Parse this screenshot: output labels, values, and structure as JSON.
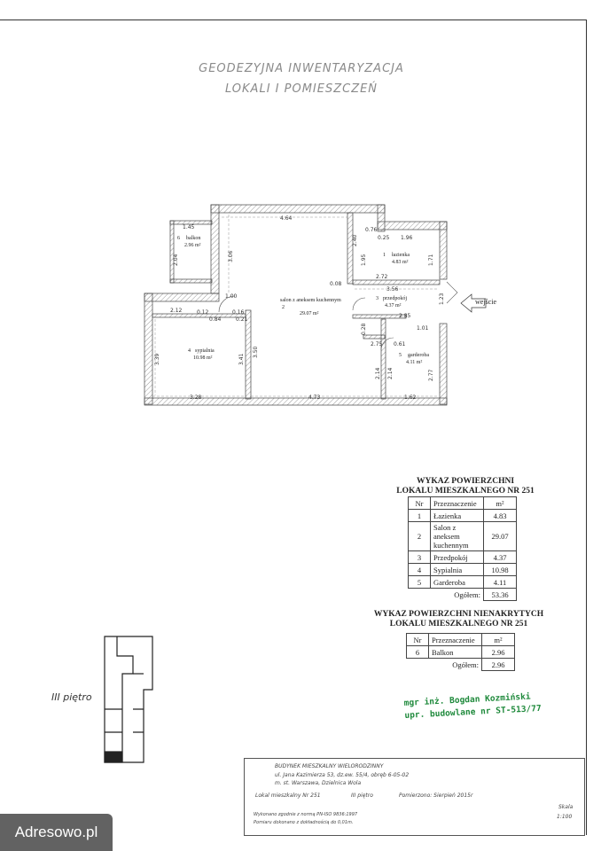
{
  "title": {
    "line1": "GEODEZYJNA INWENTARYZACJA",
    "line2": "LOKALI I POMIESZCZEŃ"
  },
  "plan": {
    "entrance": "wejście",
    "rooms": [
      {
        "no": "1",
        "name": "łazienka",
        "area": "4.83 m²"
      },
      {
        "no": "2",
        "name": "salon z aneksem kuchennym",
        "area": "29.07 m²"
      },
      {
        "no": "3",
        "name": "przedpokój",
        "area": "4.37 m²"
      },
      {
        "no": "4",
        "name": "sypialnia",
        "area": "10.98 m²"
      },
      {
        "no": "5",
        "name": "garderoba",
        "area": "4.11 m²"
      },
      {
        "no": "6",
        "name": "balkon",
        "area": "2.96 m²"
      }
    ],
    "dims": [
      "1.45",
      "2.04",
      "4.64",
      "3.06",
      "0.76",
      "1.96",
      "2.40",
      "1.95",
      "1.71",
      "0.25",
      "2.72",
      "0.08",
      "3.56",
      "1.23",
      "1.00",
      "2.12",
      "0.12",
      "0.16",
      "0.21",
      "0.84",
      "3.39",
      "3.41",
      "3.50",
      "2.85",
      "1.01",
      "0.28",
      "2.75",
      "0.61",
      "2.14",
      "2.14",
      "2.77",
      "3.28",
      "4.73",
      "1.62"
    ]
  },
  "table1": {
    "heading1": "WYKAZ POWIERZCHNI",
    "heading2": "LOKALU MIESZKALNEGO NR 251",
    "col_nr": "Nr",
    "col_name": "Przeznaczenie",
    "col_unit": "m²",
    "rows": [
      {
        "nr": "1",
        "name": "Łazienka",
        "val": "4.83"
      },
      {
        "nr": "2",
        "name": "Salon z aneksem kuchennym",
        "val": "29.07"
      },
      {
        "nr": "3",
        "name": "Przedpokój",
        "val": "4.37"
      },
      {
        "nr": "4",
        "name": "Sypialnia",
        "val": "10.98"
      },
      {
        "nr": "5",
        "name": "Garderoba",
        "val": "4.11"
      }
    ],
    "total_label": "Ogółem:",
    "total": "53.36"
  },
  "table2": {
    "heading1": "WYKAZ POWIERZCHNI NIENAKRYTYCH",
    "heading2": "LOKALU MIESZKALNEGO NR 251",
    "col_nr": "Nr",
    "col_name": "Przeznaczenie",
    "col_unit": "m²",
    "rows": [
      {
        "nr": "6",
        "name": "Balkon",
        "val": "2.96"
      }
    ],
    "total_label": "Ogółem:",
    "total": "2.96"
  },
  "floor_label": "III piętro",
  "stamp": {
    "line1": "mgr inż. Bogdan Kozmiński",
    "line2": "upr. budowlane nr ST-513/77"
  },
  "titleblock": {
    "l1": "BUDYNEK MIESZKALNY WIELORODZINNY",
    "l2": "ul. Jana Kazimierza 53, dz.ew. 55/4, obręb 6-05-02",
    "l3": "m. st. Warszawa, Dzielnica Wola",
    "unit": "Lokal mieszkalny Nr 251",
    "floor": "III piętro",
    "measured": "Pomierzono: Sierpień 2015r",
    "note1": "Wykonano zgodnie z normą PN-ISO 9836:1997",
    "note2": "Pomiaru dokonano z dokładnością do 0,01m.",
    "scale_label": "Skala",
    "scale": "1:100"
  },
  "watermark": "Adresowo.pl"
}
